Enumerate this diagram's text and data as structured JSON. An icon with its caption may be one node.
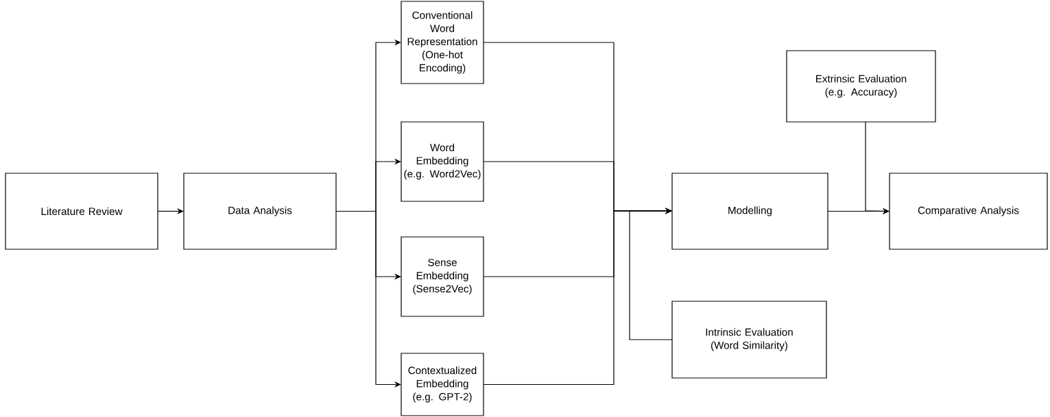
{
  "diagram": {
    "nodes": [
      {
        "text": [
          "Literature Review"
        ]
      },
      {
        "text": [
          "Data Analysis"
        ]
      },
      {
        "text": [
          "Conventional Word Representation",
          "(One-hot Encoding)"
        ]
      },
      {
        "text": [
          "Word Embedding",
          "(e.g. Word2Vec)"
        ]
      },
      {
        "text": [
          "Sense Embedding",
          "(Sense2Vec)"
        ]
      },
      {
        "text": [
          "Contextualized Embedding",
          "(e.g. GPT-2)"
        ]
      },
      {
        "text": [
          "Modelling"
        ]
      },
      {
        "text": [
          "Extrinsic Evaluation",
          "(e.g. Accuracy)"
        ]
      },
      {
        "text": [
          "Comparative Analysis"
        ]
      },
      {
        "text": [
          "Intrinsic Evaluation",
          "(Word Similarity)"
        ]
      }
    ],
    "edges": [
      {
        "from": 0,
        "to": 1,
        "arrow": "to"
      },
      {
        "from": 1,
        "to": 2,
        "arrow": "to"
      },
      {
        "from": 1,
        "to": 3,
        "arrow": "to"
      },
      {
        "from": 1,
        "to": 4,
        "arrow": "to"
      },
      {
        "from": 1,
        "to": 5,
        "arrow": "to"
      },
      {
        "from": 2,
        "to": 6,
        "arrow": "to"
      },
      {
        "from": 3,
        "to": 6,
        "arrow": "to"
      },
      {
        "from": 4,
        "to": 6,
        "arrow": "to"
      },
      {
        "from": 5,
        "to": 6,
        "arrow": "to"
      },
      {
        "from": 9,
        "to": 6,
        "arrow": "to"
      },
      {
        "from": 6,
        "to": 8,
        "arrow": "to"
      },
      {
        "from": 7,
        "to": 8,
        "arrow": "to"
      }
    ]
  }
}
